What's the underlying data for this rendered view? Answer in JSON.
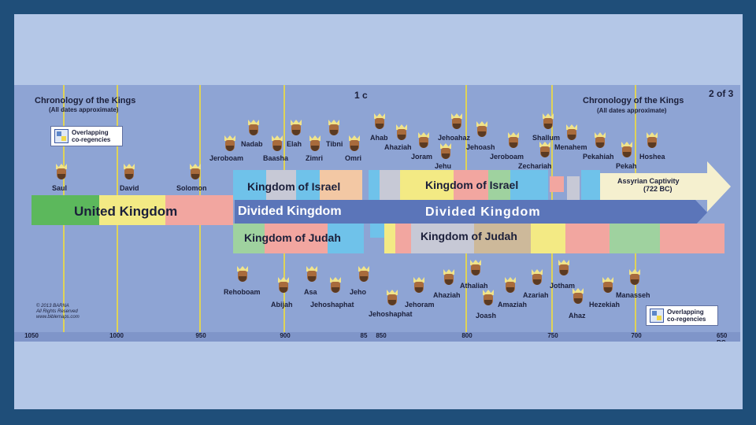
{
  "page": {
    "left_title_line1": "Chronology of the Kings",
    "left_title_line2": "(All dates approximate)",
    "page_marker_left": "1 c",
    "page_marker_right": "2 of 3",
    "right_title_line1": "Chronology of the Kings",
    "right_title_line2": "(All dates approximate)"
  },
  "legend": {
    "overlap_label_line1": "Overlapping",
    "overlap_label_line2": "co-regencies"
  },
  "bands": {
    "united_kingdom": "United Kingdom",
    "divided_kingdom_1": "Divided Kingdom",
    "divided_kingdom_2": "Divided Kingdom",
    "israel_1": "Kingdom of Israel",
    "israel_2": "Kingdom of Israel",
    "judah_1": "Kingdom of Judah",
    "judah_2": "Kingdom of Judah",
    "captivity_line1": "Assyrian Captivity",
    "captivity_line2": "(722 BC)"
  },
  "copyright": {
    "line1": "© 2013 BARNA",
    "line2": "All Rights Reserved",
    "line3": "www.biblemaps.com"
  },
  "axis_ticks": [
    "1050",
    "1000",
    "950",
    "900",
    "85",
    "850",
    "800",
    "750",
    "700",
    "650 BC"
  ],
  "kings": {
    "saul": "Saul",
    "david": "David",
    "solomon": "Solomon",
    "jeroboam": "Jeroboam",
    "nadab": "Nadab",
    "baasha": "Baasha",
    "elah": "Elah",
    "zimri": "Zimri",
    "tibni": "Tibni",
    "omri": "Omri",
    "ahab": "Ahab",
    "ahaziah_i": "Ahaziah",
    "joram": "Joram",
    "jehoahaz": "Jehoahaz",
    "jehu": "Jehu",
    "jehoash": "Jehoash",
    "jeroboam2": "Jeroboam",
    "shallum": "Shallum",
    "menahem": "Menahem",
    "zechariah": "Zechariah",
    "pekahiah": "Pekahiah",
    "pekah": "Pekah",
    "hoshea": "Hoshea",
    "rehoboam": "Rehoboam",
    "abijah": "Abijah",
    "asa": "Asa",
    "jeho_cut": "Jeho",
    "jehoshaphat": "Jehoshaphat",
    "jehoshaphat2": "Jehoshaphat",
    "ahaziah_j": "Ahaziah",
    "jehoram": "Jehoram",
    "athaliah": "Athaliah",
    "joash": "Joash",
    "amaziah": "Amaziah",
    "azariah": "Azariah",
    "jotham": "Jotham",
    "ahaz": "Ahaz",
    "hezekiah": "Hezekiah",
    "manasseh": "Manasseh"
  }
}
